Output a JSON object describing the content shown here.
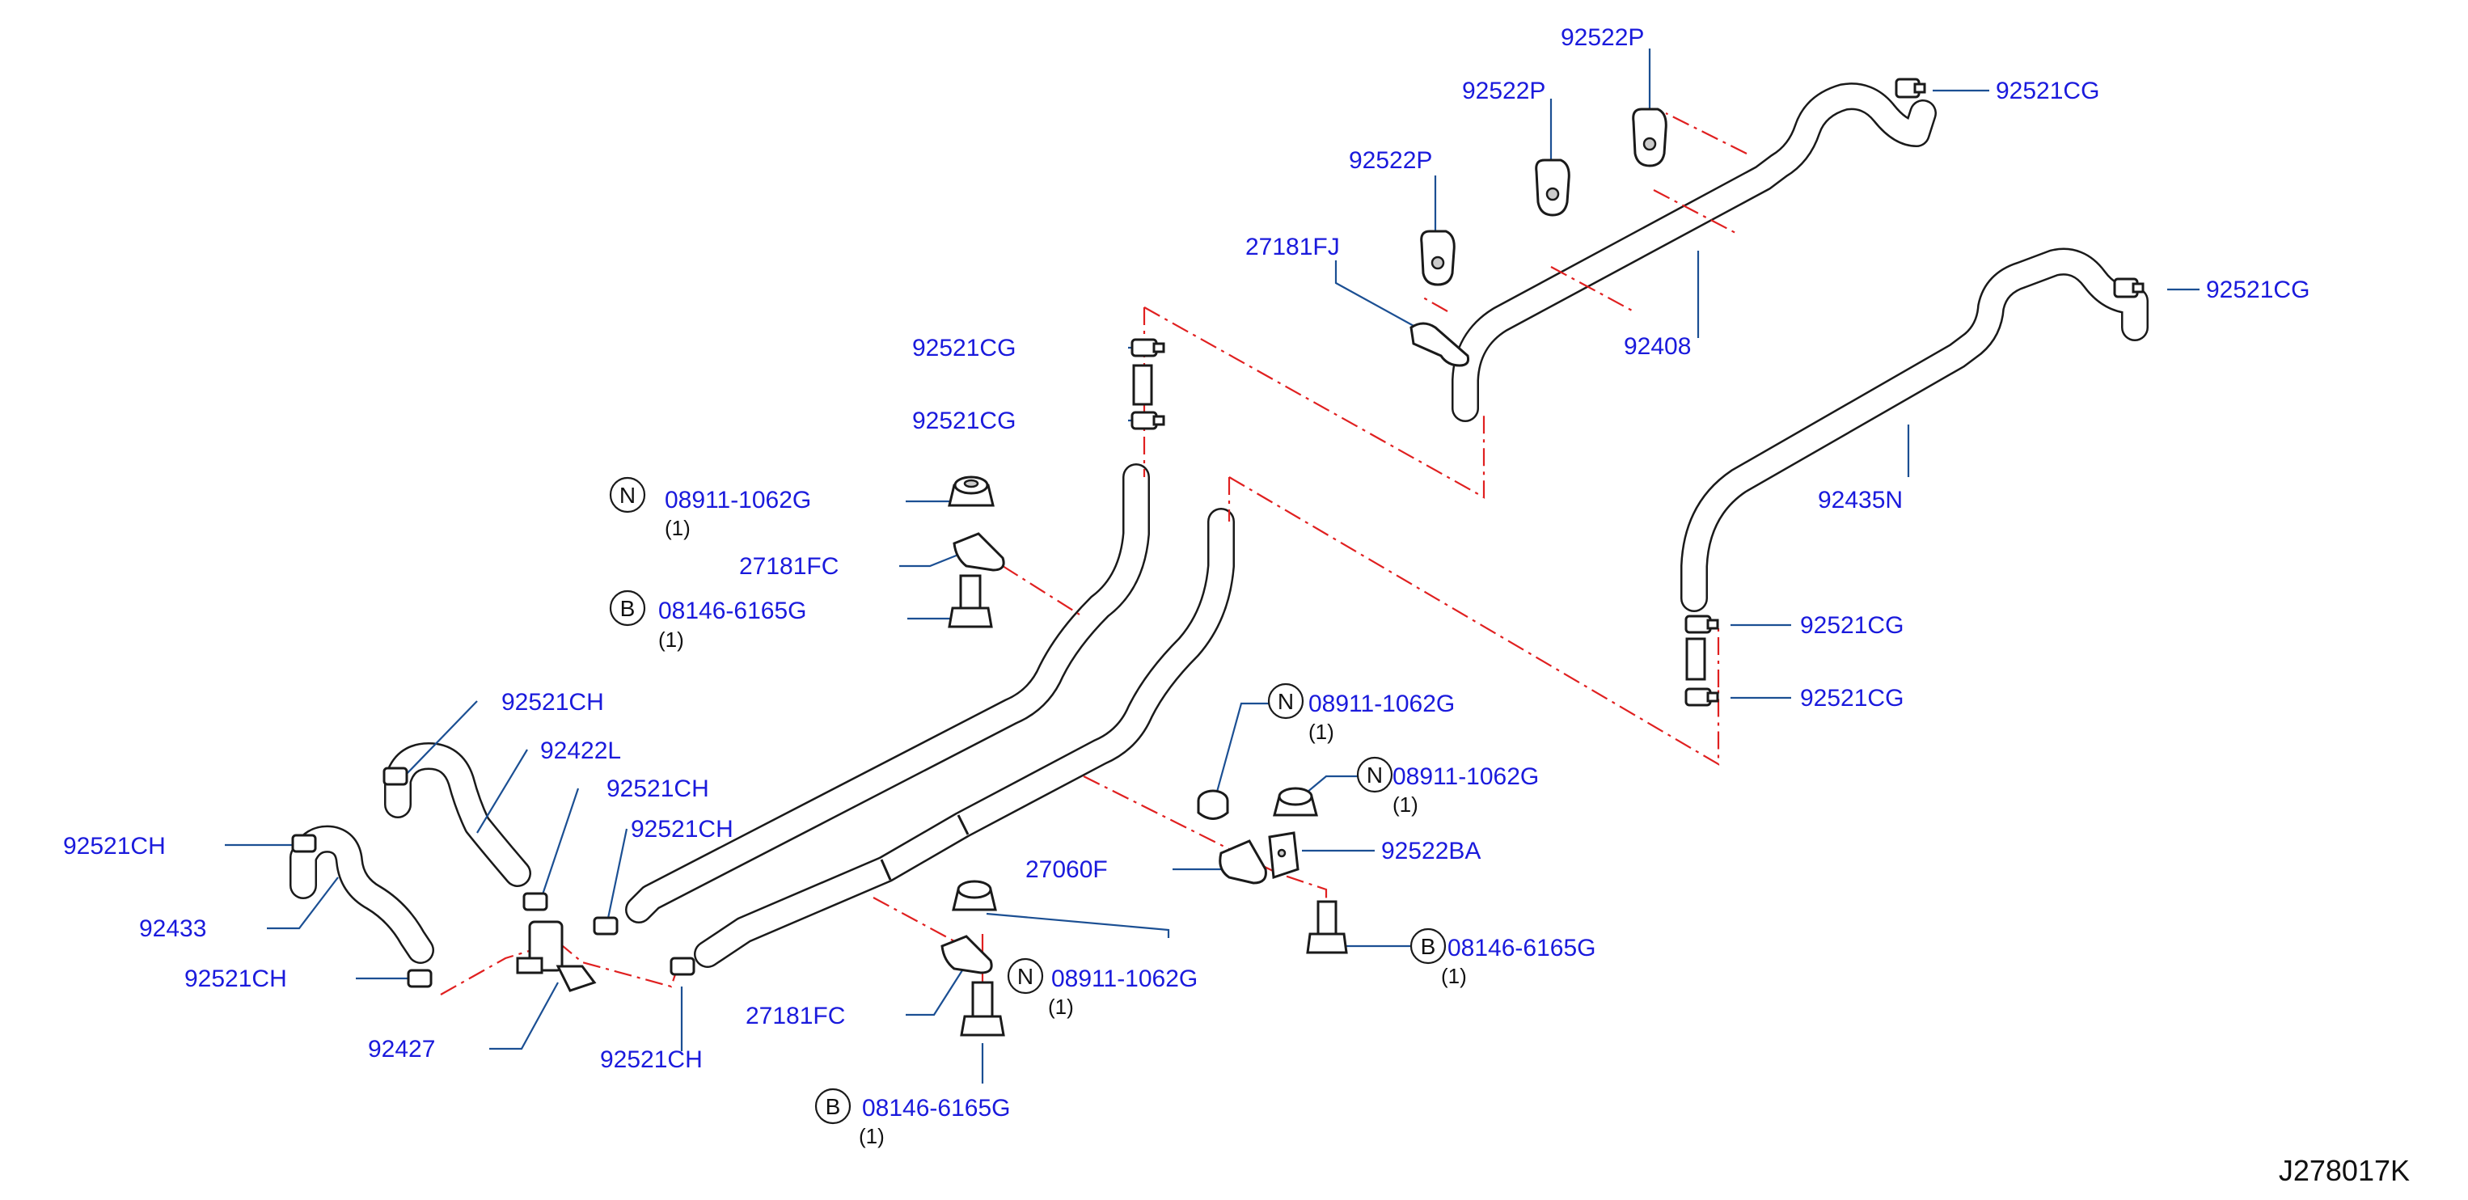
{
  "diagram": {
    "reference_code": "J278017K",
    "callouts": [
      {
        "part": "92522P"
      },
      {
        "part": "92521CG"
      },
      {
        "part": "92522P"
      },
      {
        "part": "92522P"
      },
      {
        "part": "27181FJ"
      },
      {
        "part": "92408"
      },
      {
        "part": "92521CG"
      },
      {
        "part": "92521CG"
      },
      {
        "part": "92521CG"
      },
      {
        "part": "92435N"
      },
      {
        "part": "08911-1062G",
        "qty": "(1)",
        "marker": "N"
      },
      {
        "part": "27181FC"
      },
      {
        "part": "08146-6165G",
        "qty": "(1)",
        "marker": "B"
      },
      {
        "part": "92521CG"
      },
      {
        "part": "92521CG"
      },
      {
        "part": "92521CH"
      },
      {
        "part": "92422L"
      },
      {
        "part": "92521CH"
      },
      {
        "part": "92521CH"
      },
      {
        "part": "92521CH"
      },
      {
        "part": "92433"
      },
      {
        "part": "92521CH"
      },
      {
        "part": "92427"
      },
      {
        "part": "92521CH"
      },
      {
        "part": "08911-1062G",
        "qty": "(1)",
        "marker": "N"
      },
      {
        "part": "08911-1062G",
        "qty": "(1)",
        "marker": "N"
      },
      {
        "part": "27060F"
      },
      {
        "part": "92522BA"
      },
      {
        "part": "08146-6165G",
        "qty": "(1)",
        "marker": "B"
      },
      {
        "part": "08911-1062G",
        "qty": "(1)",
        "marker": "N"
      },
      {
        "part": "27181FC"
      },
      {
        "part": "08146-6165G",
        "qty": "(1)",
        "marker": "B"
      }
    ]
  }
}
